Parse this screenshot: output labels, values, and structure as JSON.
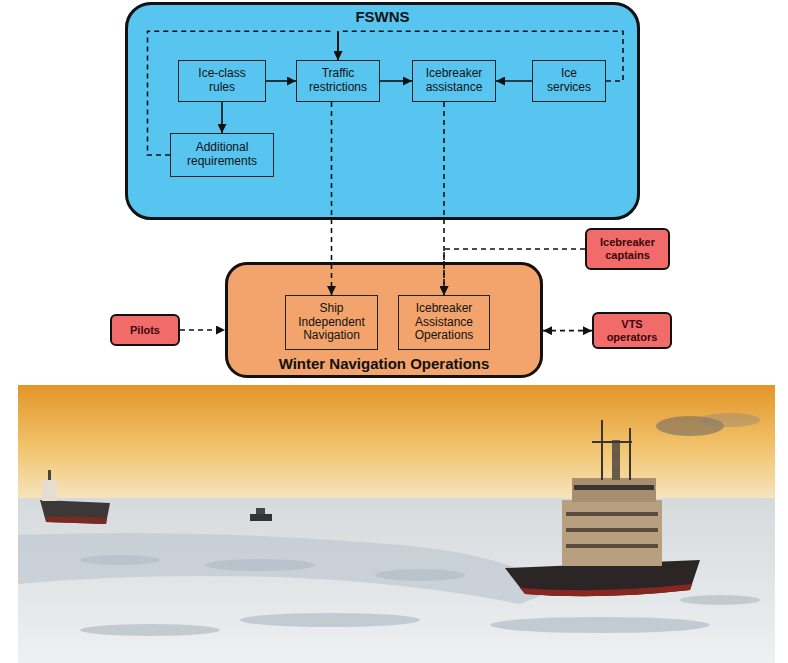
{
  "diagram": {
    "nodes": [
      {
        "text": [
          "FSWNS"
        ]
      },
      {
        "text": [
          "Ice-class rules"
        ],
        "in": 0
      },
      {
        "text": [
          "Traffic restrictions"
        ],
        "in": 0
      },
      {
        "text": [
          "Icebreaker assistance"
        ],
        "in": 0
      },
      {
        "text": [
          "Ice services"
        ],
        "in": 0
      },
      {
        "text": [
          "Additional requirements"
        ],
        "in": 0
      },
      {
        "text": [
          "Icebreaker captains"
        ]
      },
      {
        "text": [
          "Winter Navigation Operations"
        ]
      },
      {
        "text": [
          "Pilots"
        ]
      },
      {
        "text": [
          "Ship Independent Navigation"
        ],
        "in": 7
      },
      {
        "text": [
          "Icebreaker Assistance Operations"
        ],
        "in": 7
      },
      {
        "text": [
          "VTS operators"
        ]
      }
    ],
    "edges": [
      {
        "from": 1,
        "to": 2,
        "arrow": "to"
      },
      {
        "from": 1,
        "to": 5,
        "arrow": "to"
      },
      {
        "from": 2,
        "to": 3,
        "arrow": "to"
      },
      {
        "from": 4,
        "to": 3,
        "arrow": "to"
      },
      {
        "from": 4,
        "to": 2,
        "arrow": "to"
      },
      {
        "from": 5,
        "to": 2,
        "arrow": "to"
      },
      {
        "from": 2,
        "to": 9,
        "arrow": "to"
      },
      {
        "from": 3,
        "to": 10,
        "arrow": "to"
      },
      {
        "from": 6,
        "to": 10,
        "arrow": "to"
      },
      {
        "from": 8,
        "to": 7,
        "arrow": "to"
      },
      {
        "from": 11,
        "to": 7,
        "arrow": "both"
      }
    ]
  }
}
